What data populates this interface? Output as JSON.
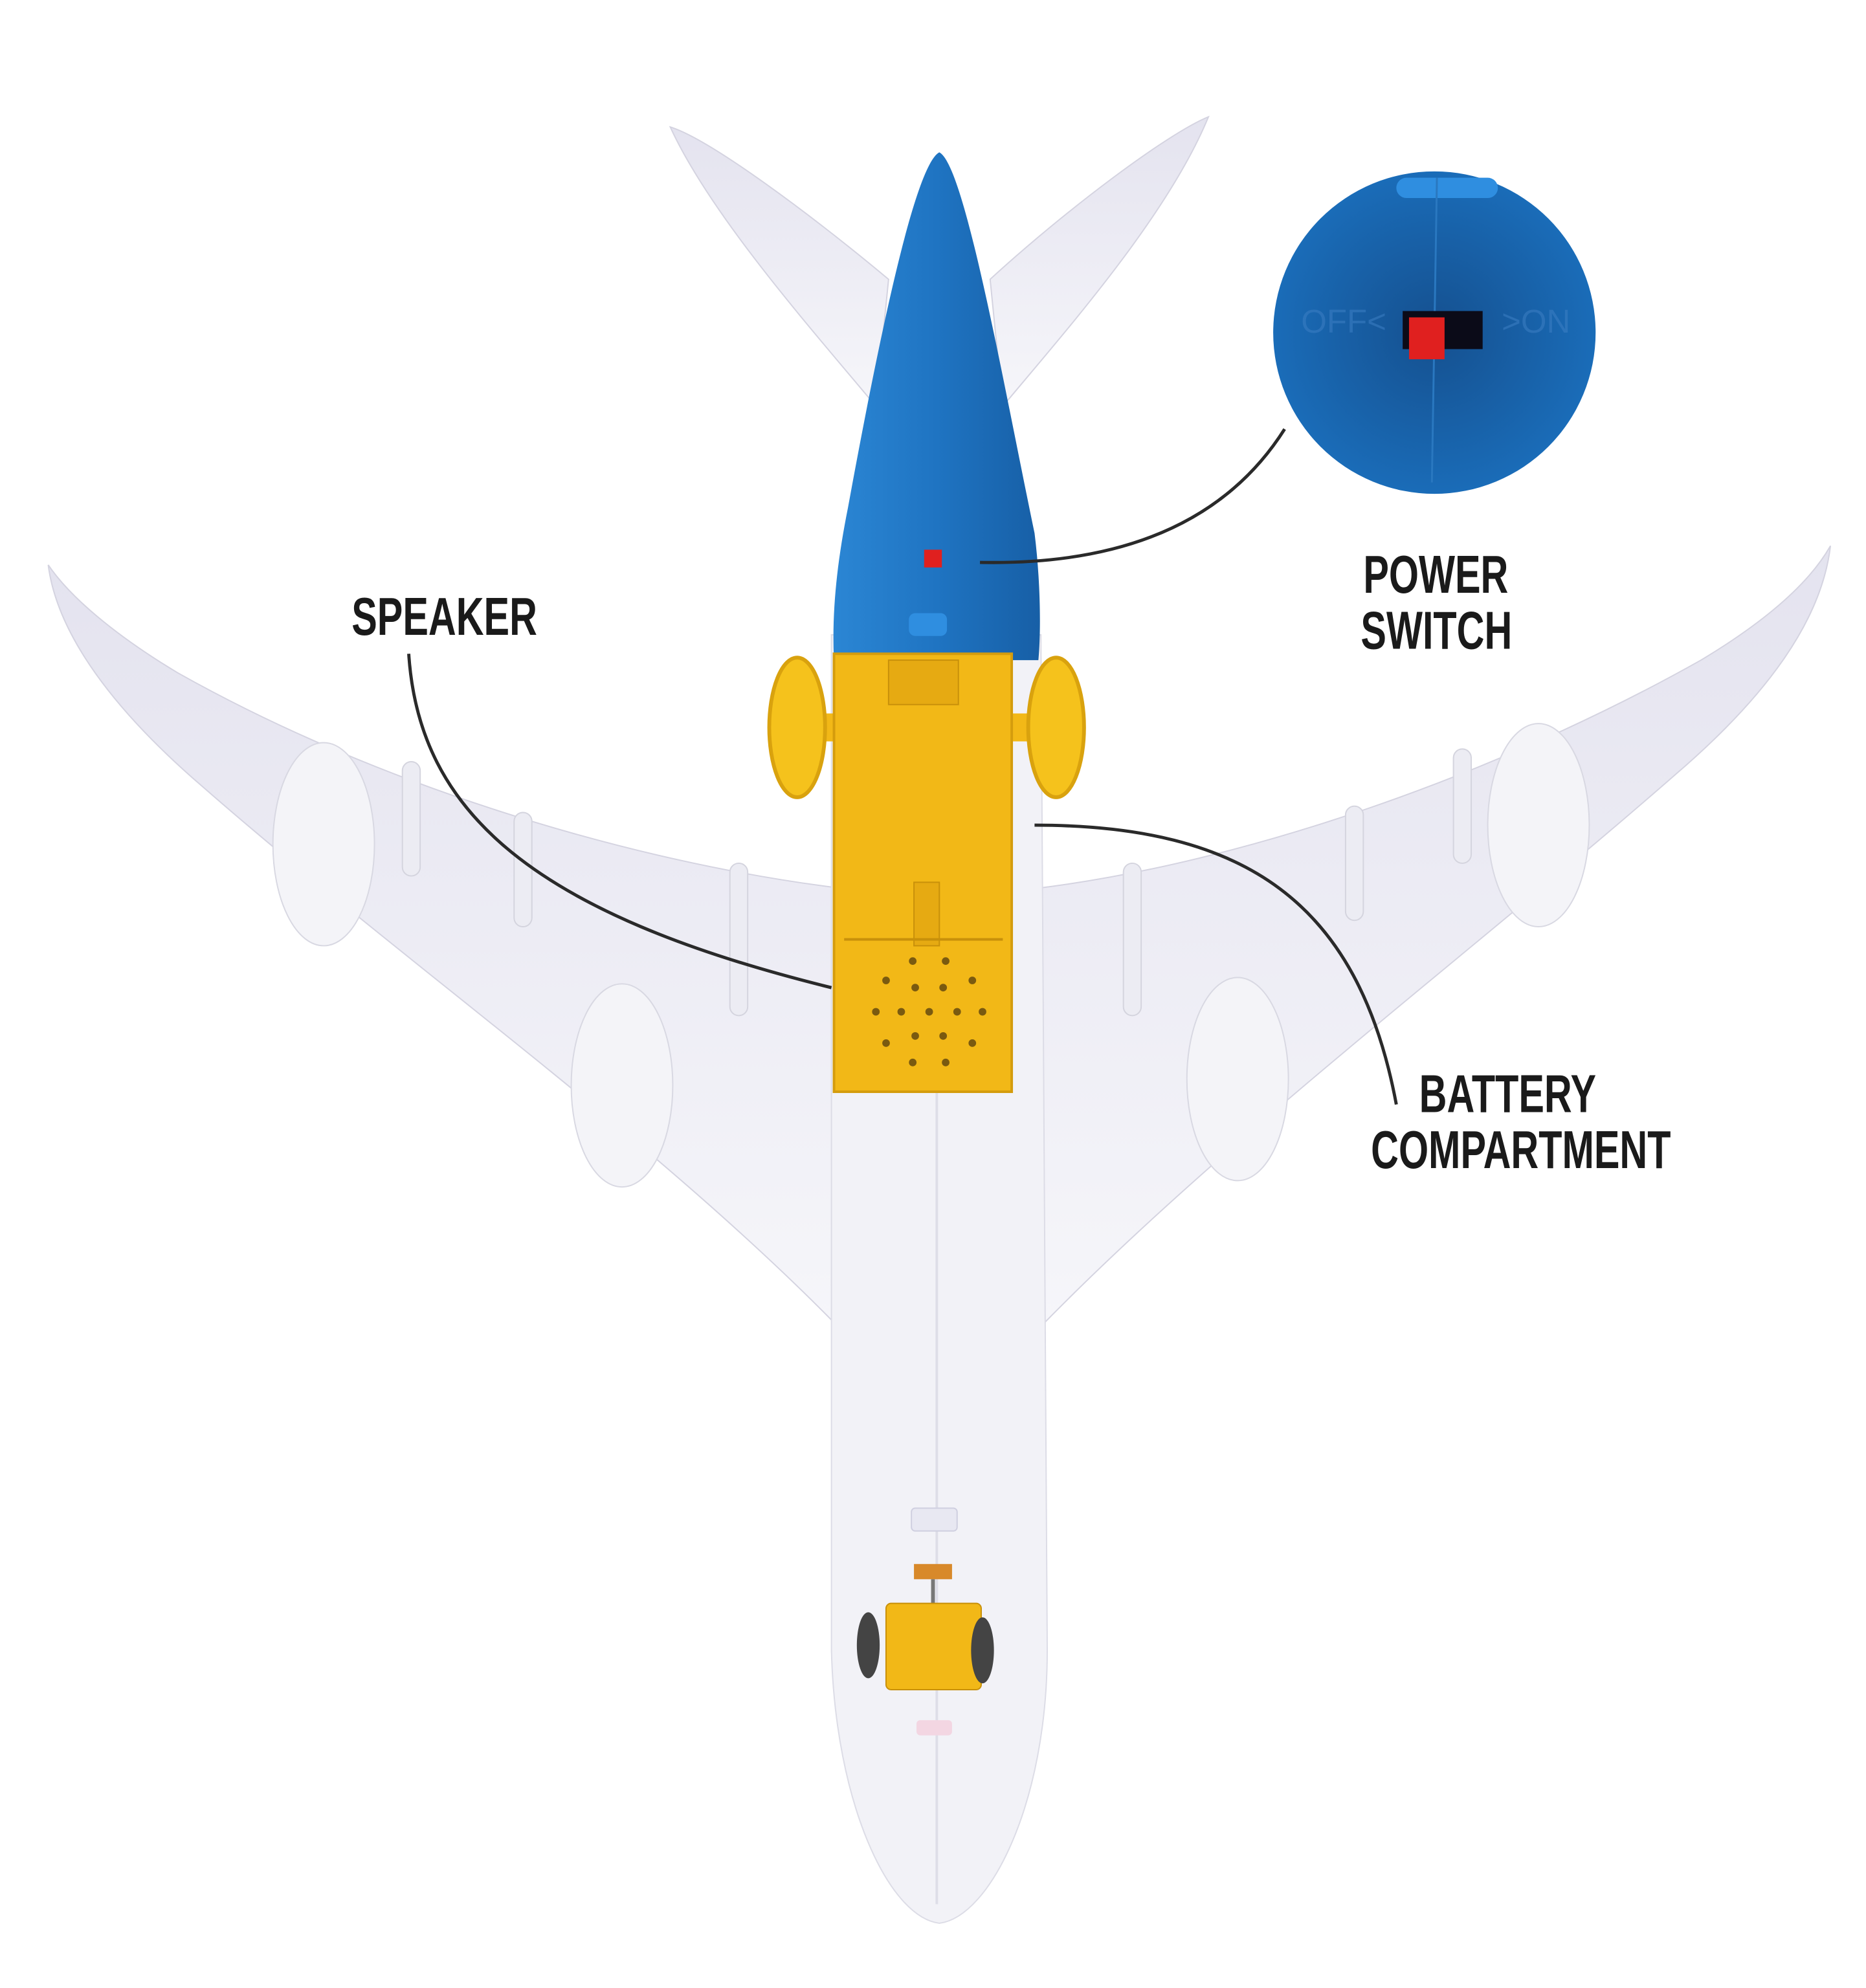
{
  "callouts": {
    "speaker": "SPEAKER",
    "power_switch_line1": "POWER",
    "power_switch_line2": "SWITCH",
    "battery_line1": "BATTERY",
    "battery_line2": "COMPARTMENT"
  },
  "inset": {
    "off_label": "OFF<",
    "on_label": ">ON"
  },
  "colors": {
    "fuselage": "#f1f1f6",
    "tail_blue": "#1f74c2",
    "battery_yellow": "#f2b817",
    "switch_red": "#e0201f",
    "callout_line": "#2a2a2a"
  }
}
